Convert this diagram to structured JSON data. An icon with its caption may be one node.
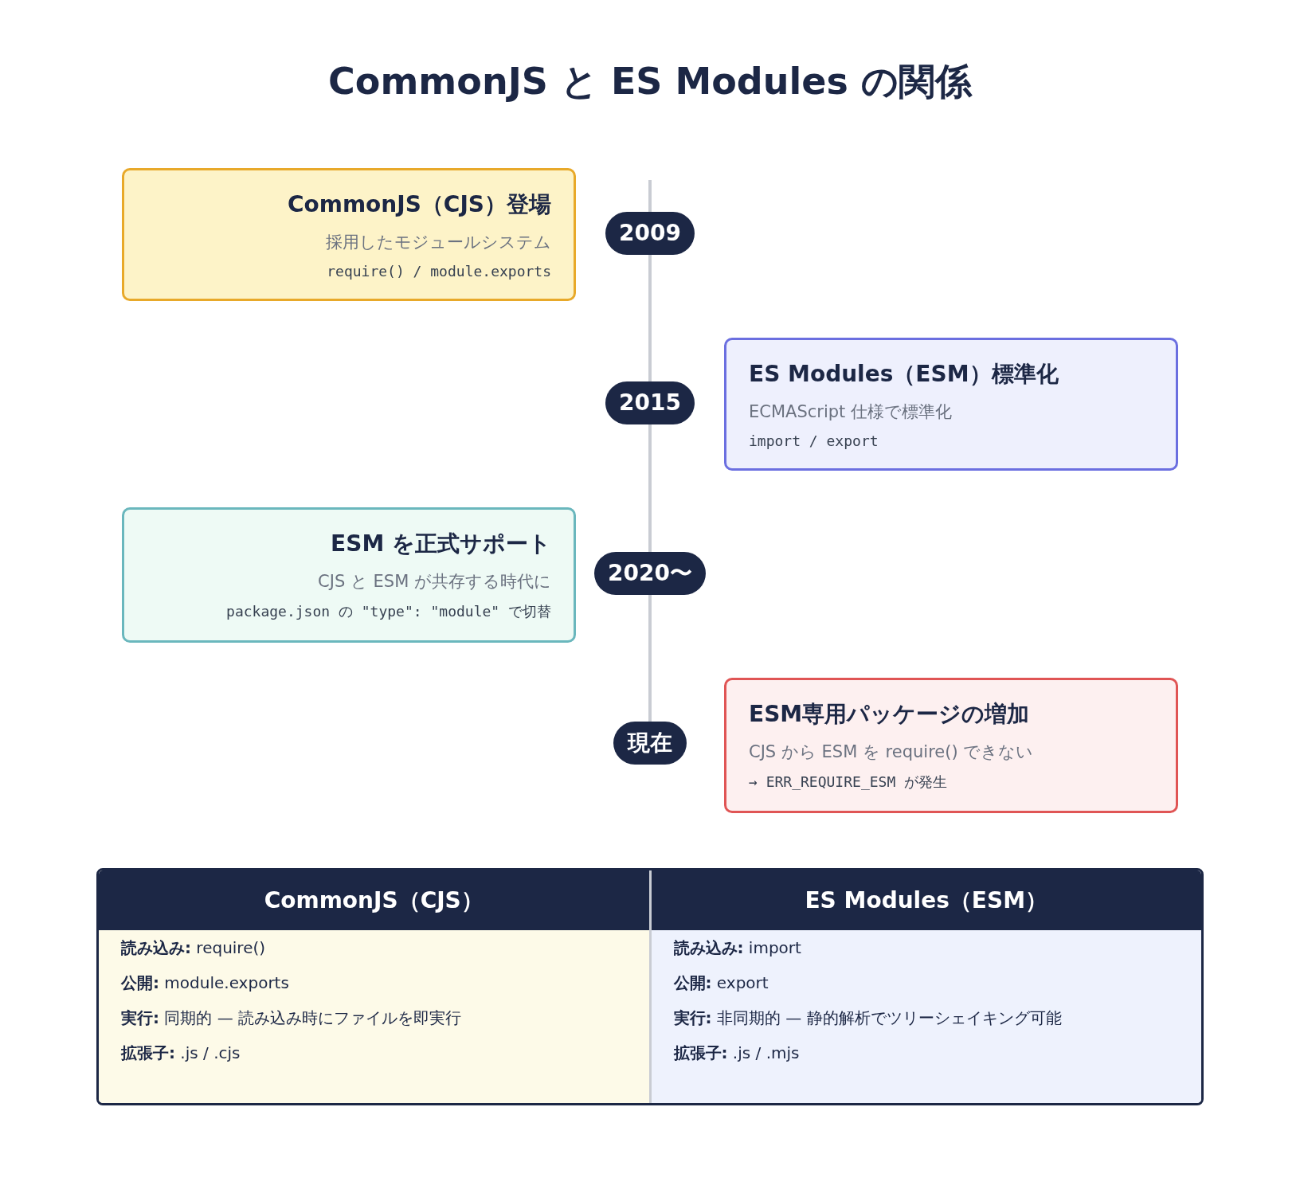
{
  "diagram": {
    "title": "CommonJS と ES Modules の関係",
    "nodes": [
      {
        "text": [
          "CommonJS（CJS）登場",
          "採用したモジュールシステム",
          "require() / module.exports"
        ]
      },
      {
        "text": [
          "2009"
        ]
      },
      {
        "text": [
          "ES Modules（ESM）標準化",
          "ECMAScript 仕様で標準化",
          "import / export"
        ]
      },
      {
        "text": [
          "2015"
        ]
      },
      {
        "text": [
          "ESM を正式サポート",
          "CJS と ESM が共存する時代に",
          "package.json の \"type\": \"module\" で切替"
        ]
      },
      {
        "text": [
          "2020〜"
        ]
      },
      {
        "text": [
          "ESM専用パッケージの増加",
          "CJS から ESM を require() できない",
          "→ ERR_REQUIRE_ESM が発生"
        ]
      },
      {
        "text": [
          "現在"
        ]
      }
    ],
    "edges": [
      {
        "from": 1,
        "to": 3,
        "arrow": "none"
      },
      {
        "from": 3,
        "to": 5,
        "arrow": "none"
      },
      {
        "from": 5,
        "to": 7,
        "arrow": "none"
      }
    ],
    "labels": [
      "CommonJS（CJS）",
      "ES Modules（ESM）",
      "**読み込み:** require()",
      "**読み込み:** import",
      "**公開:** module.exports",
      "**公開:** export",
      "**実行:** 同期的 — 読み込み時にファイルを即実行",
      "**実行:** 非同期的 — 静的解析でツリーシェイキング可能",
      "**拡張子:** .js / .cjs",
      "**拡張子:** .js / .mjs"
    ]
  }
}
